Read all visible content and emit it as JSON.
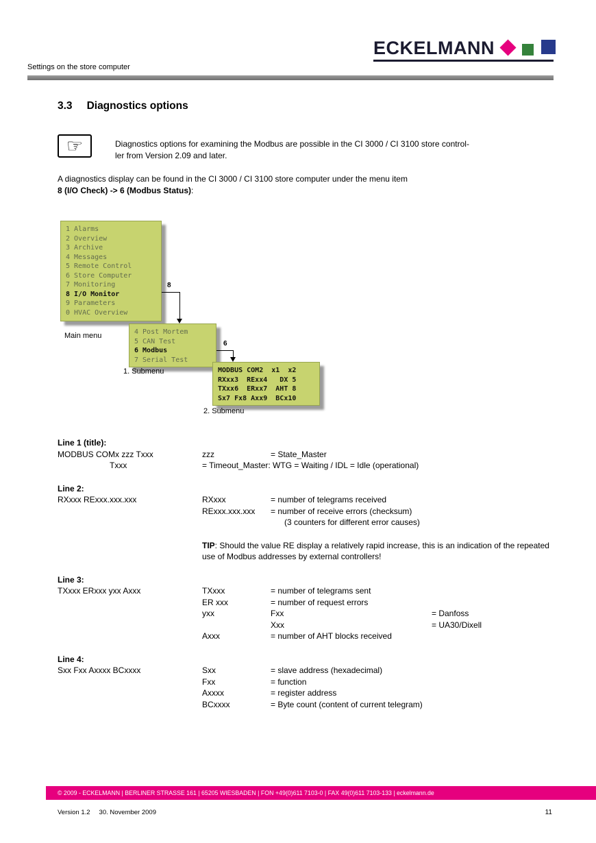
{
  "header": {
    "logo_text": "ECKELMANN",
    "breadcrumb": "Settings on the store computer"
  },
  "section": {
    "number": "3.3",
    "title": "Diagnostics options"
  },
  "note": {
    "icon": "☞",
    "lines": [
      "Diagnostics options for examining the Modbus are possible in the CI 3000 / CI 3100 store control-",
      "ler from Version 2.09 and later."
    ]
  },
  "intro": {
    "line1": "A diagnostics display can be found in the CI 3000 / CI 3100 store computer under the menu item",
    "bold": "8 (I/O Check) -> 6 (Modbus Status)",
    "suffix": ":"
  },
  "diagram": {
    "main_menu": {
      "label": "Main menu",
      "items": [
        "1 Alarms",
        "2 Overview",
        "3 Archive",
        "4 Messages",
        "5 Remote Control",
        "6 Store Computer",
        "7 Monitoring",
        "8 I/O Monitor",
        "9 Parameters",
        "0 HVAC Overview"
      ]
    },
    "arrow1": "8",
    "submenu1": {
      "label": "1. Submenu",
      "items": [
        "4 Post Mortem",
        "5 CAN Test",
        "6 Modbus",
        "7 Serial Test"
      ]
    },
    "arrow2": "6",
    "submenu2": {
      "label": "2. Submenu",
      "lines": [
        "MODBUS COM2  x1  x2",
        "RXxx3  RExx4   DX 5",
        "TXxx6  ERxx7  AHT 8",
        "Sx7 Fx8 Axx9  BCx10"
      ]
    },
    "lcd_color": "#c7d36f"
  },
  "defs": {
    "line1": {
      "heading": "Line 1 (title):",
      "col1": "MODBUS COMx zzz Txxx",
      "r1_term": "zzz",
      "r1_def": "= State_Master",
      "r2_term": "Txxx",
      "r2_def": "= Timeout_Master: WTG = Waiting / IDL = Idle (operational)"
    },
    "line2": {
      "heading": "Line 2:",
      "col1": "RXxxx  RExxx.xxx.xxx",
      "r1_term": "RXxxx",
      "r1_def": "= number of telegrams received",
      "r2_term": "RExxx.xxx.xxx",
      "r2_def": "= number of receive errors (checksum)",
      "r3_def": "(3 counters for different error causes)"
    },
    "tip": {
      "label": "TIP",
      "text": ": Should the value RE display a relatively rapid increase, this is an indication of the repeated use of Modbus addresses by external controllers!"
    },
    "line3": {
      "heading": "Line 3:",
      "col1": "TXxxx ERxxx yxx Axxx",
      "r1_term": "TXxxx",
      "r1_def": "= number of telegrams sent",
      "r2_term": "ER xxx",
      "r2_def": "= number of request errors",
      "r3_term": "yxx",
      "r3_sub": "Fxx",
      "r3_def": "= Danfoss",
      "r4_sub": "Xxx",
      "r4_def": "= UA30/Dixell",
      "r5_term": "Axxx",
      "r5_def": "= number of AHT blocks received"
    },
    "line4": {
      "heading": "Line 4:",
      "col1": "Sxx Fxx Axxxx BCxxxx",
      "r1_term": "Sxx",
      "r1_def": "= slave address (hexadecimal)",
      "r2_term": "Fxx",
      "r2_def": "= function",
      "r3_term": "Axxxx",
      "r3_def": "= register address",
      "r4_term": "BCxxxx",
      "r4_def": "= Byte count (content of current telegram)"
    }
  },
  "footer": {
    "bar_text": "© 2009 - ECKELMANN | BERLINER STRASSE 161 | 65205 WIESBADEN | FON +49(0)611 7103-0 | FAX 49(0)611 7103-133 | eckelmann.de",
    "version": "Version 1.2",
    "date": "30. November 2009",
    "page": "11"
  },
  "colors": {
    "magenta": "#e6007e",
    "green": "#35823b",
    "navy": "#273a8c"
  }
}
